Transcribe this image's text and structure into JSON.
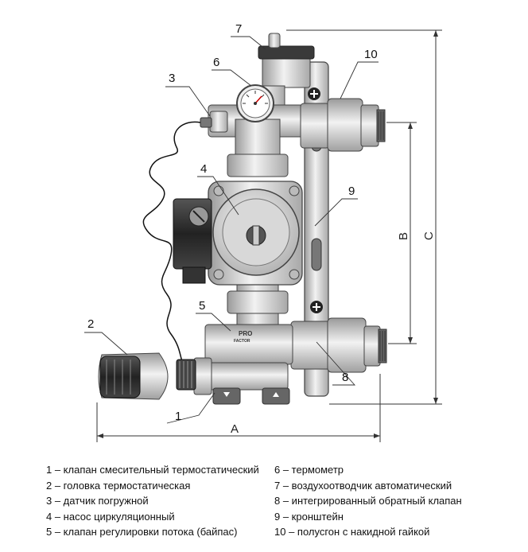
{
  "callouts": [
    "1",
    "2",
    "3",
    "4",
    "5",
    "6",
    "7",
    "8",
    "9",
    "10"
  ],
  "dimensions": {
    "a": "A",
    "b": "B",
    "c": "C"
  },
  "brand": {
    "line1": "PRO",
    "line2": "FACTOR"
  },
  "legend": {
    "left": [
      "1 – клапан смесительный термостатический",
      "2 – головка термостатическая",
      "3 – датчик погружной",
      "4 –  насос циркуляционный",
      "5 –  клапан регулировки потока (байпас)"
    ],
    "right": [
      "6 – термометр",
      "7 – воздухоотводчик автоматический",
      "8 – интегрированный обратный клапан",
      "9 – кронштейн",
      "10 – полусгон с накидной гайкой"
    ]
  }
}
